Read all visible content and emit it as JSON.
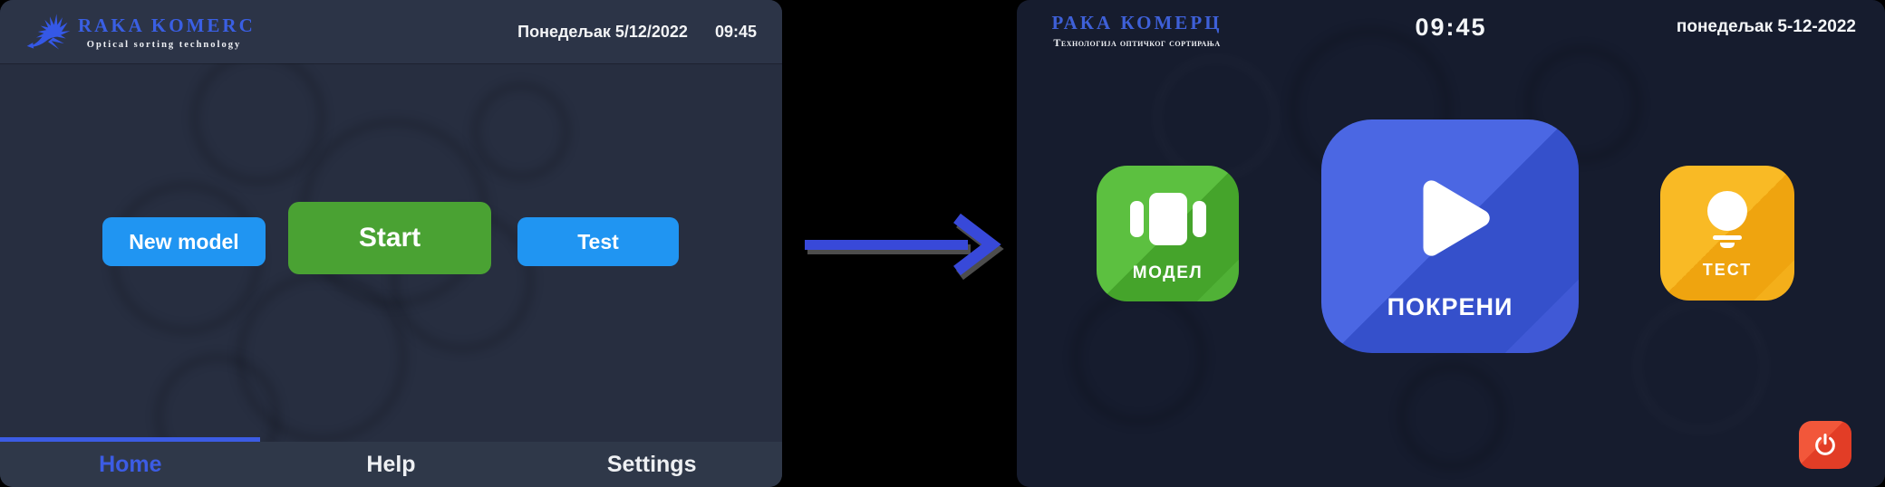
{
  "left": {
    "header": {
      "brand": "RAKA KOMERC",
      "tagline": "Optical sorting technology",
      "date": "Понедељак 5/12/2022",
      "time": "09:45",
      "brand_color": "#3a5fe3"
    },
    "buttons": [
      {
        "label": "New model",
        "color": "#2095f2"
      },
      {
        "label": "Start",
        "color": "#4aa233"
      },
      {
        "label": "Test",
        "color": "#2095f2"
      }
    ],
    "nav": {
      "accent": "#3c5ce4",
      "items": [
        {
          "label": "Home",
          "active": true
        },
        {
          "label": "Help",
          "active": false
        },
        {
          "label": "Settings",
          "active": false
        }
      ]
    }
  },
  "transition": {
    "icon": "right-arrow-icon",
    "color": "#3849d9"
  },
  "right": {
    "header": {
      "brand": "РАКА КОМЕРЦ",
      "tagline": "Технологија оптичког сортирања",
      "time": "09:45",
      "date": "понедељак 5-12-2022",
      "brand_color": "#3e60d8"
    },
    "tiles": [
      {
        "label": "МОДЕЛ",
        "icon": "model-cards-icon",
        "color_light": "#5cc040",
        "color_dark": "#45a42b",
        "color_mid": "#50b136"
      },
      {
        "label": "ПОКРЕНИ",
        "icon": "play-icon",
        "color_light": "#4b67e3",
        "color_dark": "#3550cb",
        "color_mid": "#4059d6"
      },
      {
        "label": "ТЕСТ",
        "icon": "lightbulb-icon",
        "color_light": "#f9ba25",
        "color_dark": "#efa40f",
        "color_mid": "#f4af1a"
      }
    ],
    "power": {
      "icon": "power-icon",
      "color_light": "#f2573a",
      "color_dark": "#e23d26"
    }
  }
}
